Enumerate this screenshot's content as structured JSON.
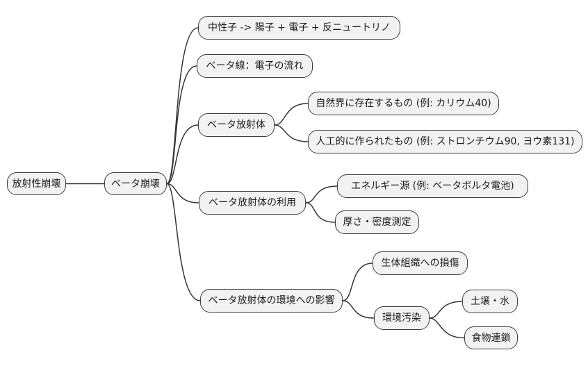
{
  "diagram": {
    "type": "mindmap",
    "topic": "放射性崩壊",
    "colors": {
      "background": "#ffffff",
      "node_fill": "#f2f2f2",
      "node_border": "#3d3d3d",
      "edge": "#333333",
      "text": "#1a1a1a"
    },
    "nodes": [
      {
        "id": "radioactive-decay",
        "label": "放射性崩壊"
      },
      {
        "id": "beta-decay",
        "label": "ベータ崩壊"
      },
      {
        "id": "neutron-equation",
        "label": "中性子 -> 陽子 + 電子 + 反ニュートリノ"
      },
      {
        "id": "beta-rays",
        "label": "ベータ線：電子の流れ"
      },
      {
        "id": "beta-emitters",
        "label": "ベータ放射体"
      },
      {
        "id": "natural-emitters",
        "label": "自然界に存在するもの (例: カリウム40)"
      },
      {
        "id": "artificial-emitters",
        "label": "人工的に作られたもの (例: ストロンチウム90, ヨウ素131)"
      },
      {
        "id": "beta-emitter-uses",
        "label": "ベータ放射体の利用"
      },
      {
        "id": "energy-source",
        "label": "エネルギー源 (例: ベータボルタ電池)"
      },
      {
        "id": "thickness-density",
        "label": "厚さ・密度測定"
      },
      {
        "id": "environmental-impact",
        "label": "ベータ放射体の環境への影響"
      },
      {
        "id": "tissue-damage",
        "label": "生体組織への損傷"
      },
      {
        "id": "environmental-pollution",
        "label": "環境汚染"
      },
      {
        "id": "soil-water",
        "label": "土壌・水"
      },
      {
        "id": "food-chain",
        "label": "食物連鎖"
      }
    ],
    "edges": [
      {
        "from": "radioactive-decay",
        "to": "beta-decay"
      },
      {
        "from": "beta-decay",
        "to": "neutron-equation"
      },
      {
        "from": "beta-decay",
        "to": "beta-rays"
      },
      {
        "from": "beta-decay",
        "to": "beta-emitters"
      },
      {
        "from": "beta-decay",
        "to": "beta-emitter-uses"
      },
      {
        "from": "beta-decay",
        "to": "environmental-impact"
      },
      {
        "from": "beta-emitters",
        "to": "natural-emitters"
      },
      {
        "from": "beta-emitters",
        "to": "artificial-emitters"
      },
      {
        "from": "beta-emitter-uses",
        "to": "energy-source"
      },
      {
        "from": "beta-emitter-uses",
        "to": "thickness-density"
      },
      {
        "from": "environmental-impact",
        "to": "tissue-damage"
      },
      {
        "from": "environmental-impact",
        "to": "environmental-pollution"
      },
      {
        "from": "environmental-pollution",
        "to": "soil-water"
      },
      {
        "from": "environmental-pollution",
        "to": "food-chain"
      }
    ]
  }
}
